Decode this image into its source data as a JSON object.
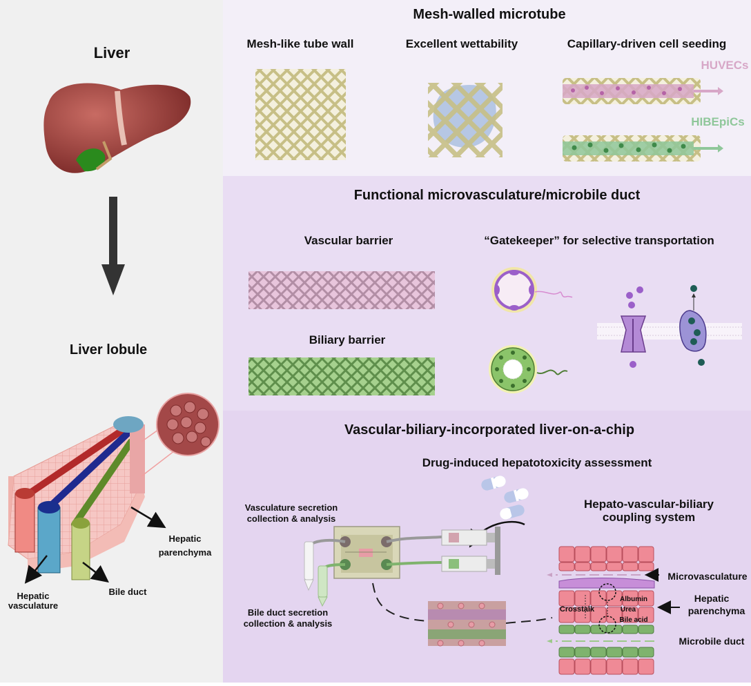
{
  "left": {
    "liver_title": "Liver",
    "lobule_title": "Liver lobule",
    "labels": {
      "hepatic_parenchyma_1": "Hepatic",
      "hepatic_parenchyma_2": "parenchyma",
      "hepatic_vasculature_1": "Hepatic",
      "hepatic_vasculature_2": "vasculature",
      "bile_duct": "Bile duct"
    }
  },
  "panel1": {
    "title": "Mesh-walled microtube",
    "col1": "Mesh-like tube wall",
    "col2": "Excellent wettability",
    "col3": "Capillary-driven cell seeding",
    "huvecs": "HUVECs",
    "hibepics": "HIBEpiCs"
  },
  "panel2": {
    "title": "Functional microvasculature/microbile duct",
    "vascular_barrier": "Vascular barrier",
    "biliary_barrier": "Biliary barrier",
    "gatekeeper": "“Gatekeeper” for selective transportation"
  },
  "panel3": {
    "title": "Vascular-biliary-incorporated liver-on-a-chip",
    "drug_assessment": "Drug-induced hepatotoxicity assessment",
    "vasc_secretion_1": "Vasculature secretion",
    "vasc_secretion_2": "collection & analysis",
    "bile_secretion_1": "Bile duct secretion",
    "bile_secretion_2": "collection & analysis",
    "coupling_1": "Hepato-vascular-biliary",
    "coupling_2": "coupling system",
    "microvasculature": "Microvasculature",
    "hepatic_parenchyma_1": "Hepatic",
    "hepatic_parenchyma_2": "parenchyma",
    "microbile_duct": "Microbile duct",
    "albumin": "Albumin",
    "urea": "Urea",
    "bile_acid": "Bile acid",
    "crosstalk": "Crosstalk"
  },
  "colors": {
    "panel_bg_top": "#f3eff8",
    "panel_bg_mid": "#e9ddf3",
    "panel_bg_bottom": "#e4d5f0",
    "left_bg": "#f0f0f0",
    "mesh": "#c7bf86",
    "huvec_pink": "#d7a7c7",
    "hibepic_green": "#8fc79a",
    "hepatocyte_pink": "#e9818e",
    "biliary_green": "#6a9e57",
    "transport_purple": "#9b5fc9",
    "transport_teal": "#1e5c55"
  }
}
